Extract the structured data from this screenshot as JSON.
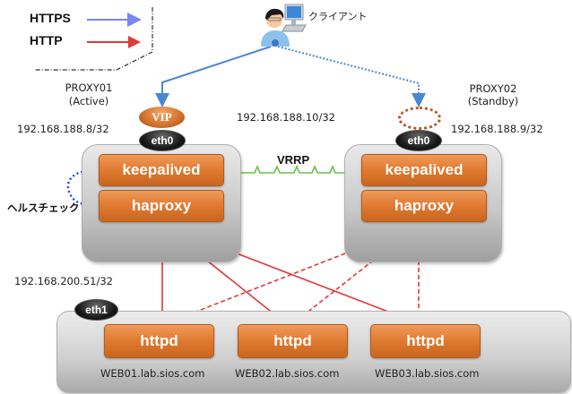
{
  "legend": {
    "items": [
      {
        "label": "HTTPS",
        "color": "#7b86f0"
      },
      {
        "label": "HTTP",
        "color": "#e03a3a"
      }
    ]
  },
  "client": {
    "label": "クライアント",
    "icon": "user-computer-icon"
  },
  "proxy01": {
    "name": "PROXY01",
    "role": "(Active)",
    "ip": "192.168.188.8/32",
    "vip_label": "VIP",
    "nic_label": "eth0",
    "services": [
      "keepalived",
      "haproxy"
    ]
  },
  "proxy02": {
    "name": "PROXY02",
    "role": "(Standby)",
    "ip": "192.168.188.9/32",
    "nic_label": "eth0",
    "services": [
      "keepalived",
      "haproxy"
    ]
  },
  "vip_ip": "192.168.188.10/32",
  "vrrp_label": "VRRP",
  "healthcheck_label": "ヘルスチェック",
  "web_network": {
    "ip": "192.168.200.51/32",
    "nic_label": "eth1",
    "servers": [
      {
        "service": "httpd",
        "host": "WEB01.lab.sios.com"
      },
      {
        "service": "httpd",
        "host": "WEB02.lab.sios.com"
      },
      {
        "service": "httpd",
        "host": "WEB03.lab.sios.com"
      }
    ]
  },
  "colors": {
    "https": "#4a86d6",
    "http": "#e03a3a",
    "vrrp": "#6cc04a",
    "healthcheck": "#1a3ef0",
    "service": "#e07a30"
  }
}
